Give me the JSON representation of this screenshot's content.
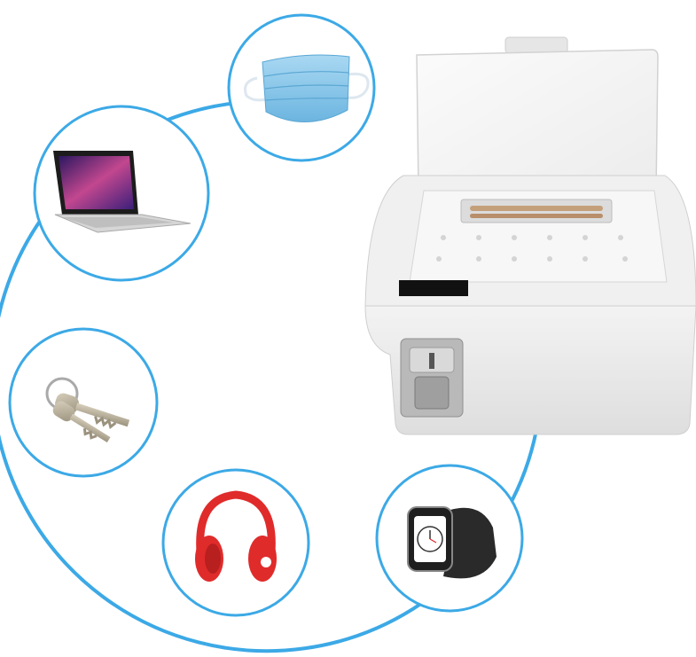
{
  "scene": {
    "colors": {
      "ring": "#3ca9e6",
      "device_body": "#e9e9e9",
      "device_lid": "#f5f5f5",
      "mask": "#8ec9ec",
      "headphones": "#e02b2b",
      "watch": "#222222"
    },
    "items": [
      {
        "id": "face-mask",
        "icon": "face-mask-icon"
      },
      {
        "id": "laptop",
        "icon": "laptop-icon"
      },
      {
        "id": "keys",
        "icon": "keys-icon"
      },
      {
        "id": "headphones",
        "icon": "headphones-icon"
      },
      {
        "id": "smartwatch",
        "icon": "smartwatch-icon"
      }
    ],
    "device": {
      "name": "uv-sterilizer-box",
      "features": [
        "uv-lamp",
        "coin-slot",
        "display-panel",
        "open-lid"
      ]
    }
  }
}
